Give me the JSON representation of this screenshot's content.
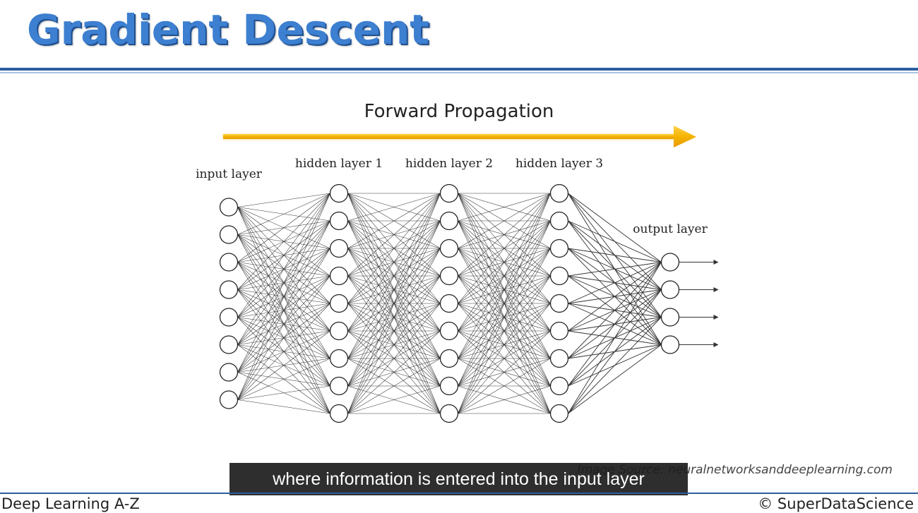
{
  "slide": {
    "title": "Gradient Descent",
    "footer_left": "Deep Learning A-Z",
    "footer_right": "© SuperDataScience",
    "caption": "where information is entered into the input layer",
    "image_source": "Image Source: neuralnetworksanddeeplearning.com"
  },
  "diagram": {
    "arrow_label": "Forward Propagation",
    "arrow_color": "#f5b400",
    "layers": [
      {
        "label": "input layer",
        "neurons": 8
      },
      {
        "label": "hidden layer 1",
        "neurons": 9
      },
      {
        "label": "hidden layer 2",
        "neurons": 9
      },
      {
        "label": "hidden layer 3",
        "neurons": 9
      },
      {
        "label": "output layer",
        "neurons": 4
      }
    ]
  }
}
